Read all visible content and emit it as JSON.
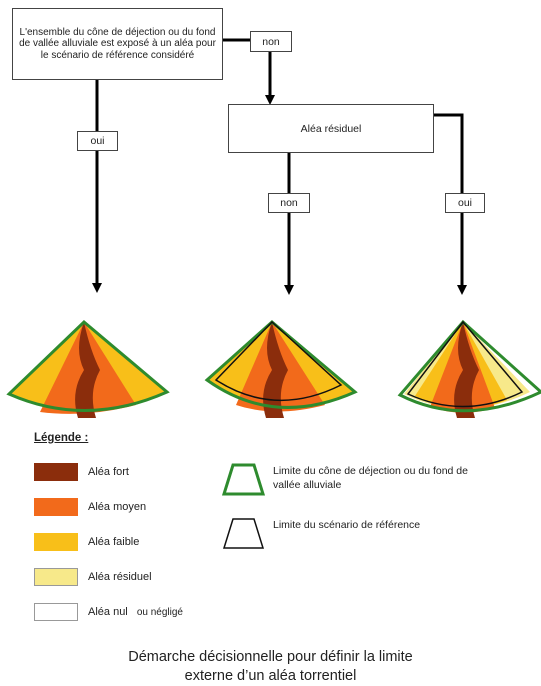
{
  "decision": {
    "question": "L'ensemble du cône de déjection ou du fond de vallée alluviale est exposé à un aléa pour le scénario de référence considéré",
    "branch_no": "non",
    "branch_yes": "oui",
    "residual_box": "Aléa résiduel",
    "residual_no": "non",
    "residual_yes": "oui"
  },
  "legend": {
    "title": "Légende :",
    "items": [
      {
        "label": "Aléa fort",
        "color": "#8b2d0c"
      },
      {
        "label": "Aléa moyen",
        "color": "#f26a1b"
      },
      {
        "label": "Aléa faible",
        "color": "#f8bf19"
      },
      {
        "label": "Aléa résiduel",
        "color": "#f7e98a"
      },
      {
        "label": "Aléa nul",
        "extra": "ou négligé",
        "color": "#ffffff"
      }
    ],
    "outline_green": "Limite du cône de déjection ou du fond de vallée alluviale",
    "outline_black": "Limite du scénario de référence"
  },
  "colors": {
    "green_outline": "#2e8b2e",
    "black_outline": "#111111"
  },
  "caption": {
    "line1": "Démarche décisionnelle pour définir la limite",
    "line2": "externe d’un aléa torrentiel"
  }
}
